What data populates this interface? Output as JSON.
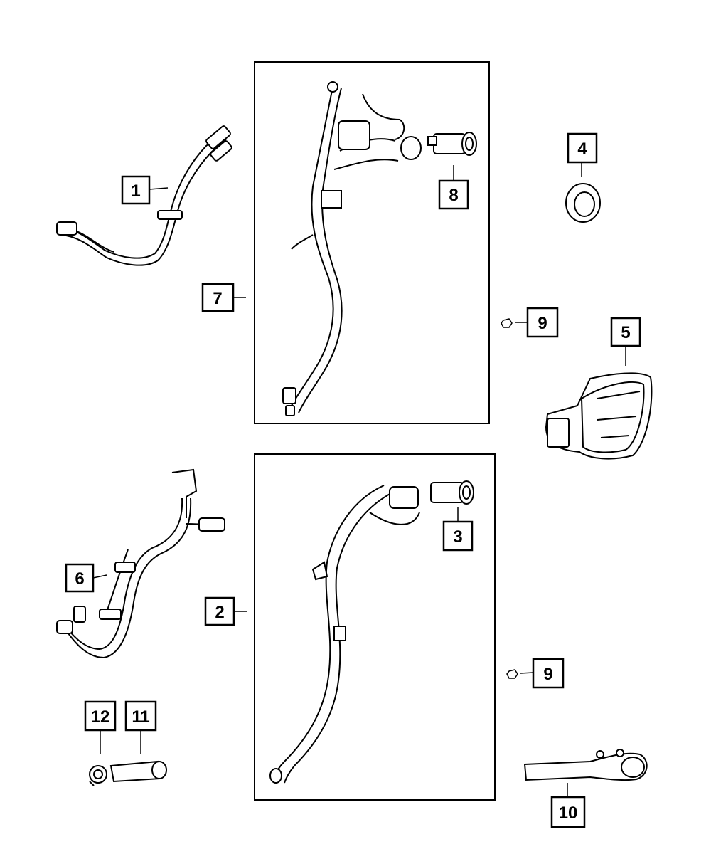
{
  "diagram": {
    "callouts": [
      {
        "id": "c1",
        "label": "1"
      },
      {
        "id": "c2",
        "label": "2"
      },
      {
        "id": "c3",
        "label": "3"
      },
      {
        "id": "c4",
        "label": "4"
      },
      {
        "id": "c5",
        "label": "5"
      },
      {
        "id": "c6",
        "label": "6"
      },
      {
        "id": "c7",
        "label": "7"
      },
      {
        "id": "c8",
        "label": "8"
      },
      {
        "id": "c9a",
        "label": "9"
      },
      {
        "id": "c9b",
        "label": "9"
      },
      {
        "id": "c10",
        "label": "10"
      },
      {
        "id": "c11",
        "label": "11"
      },
      {
        "id": "c12",
        "label": "12"
      }
    ],
    "line_color": "#000000",
    "background": "#ffffff"
  }
}
